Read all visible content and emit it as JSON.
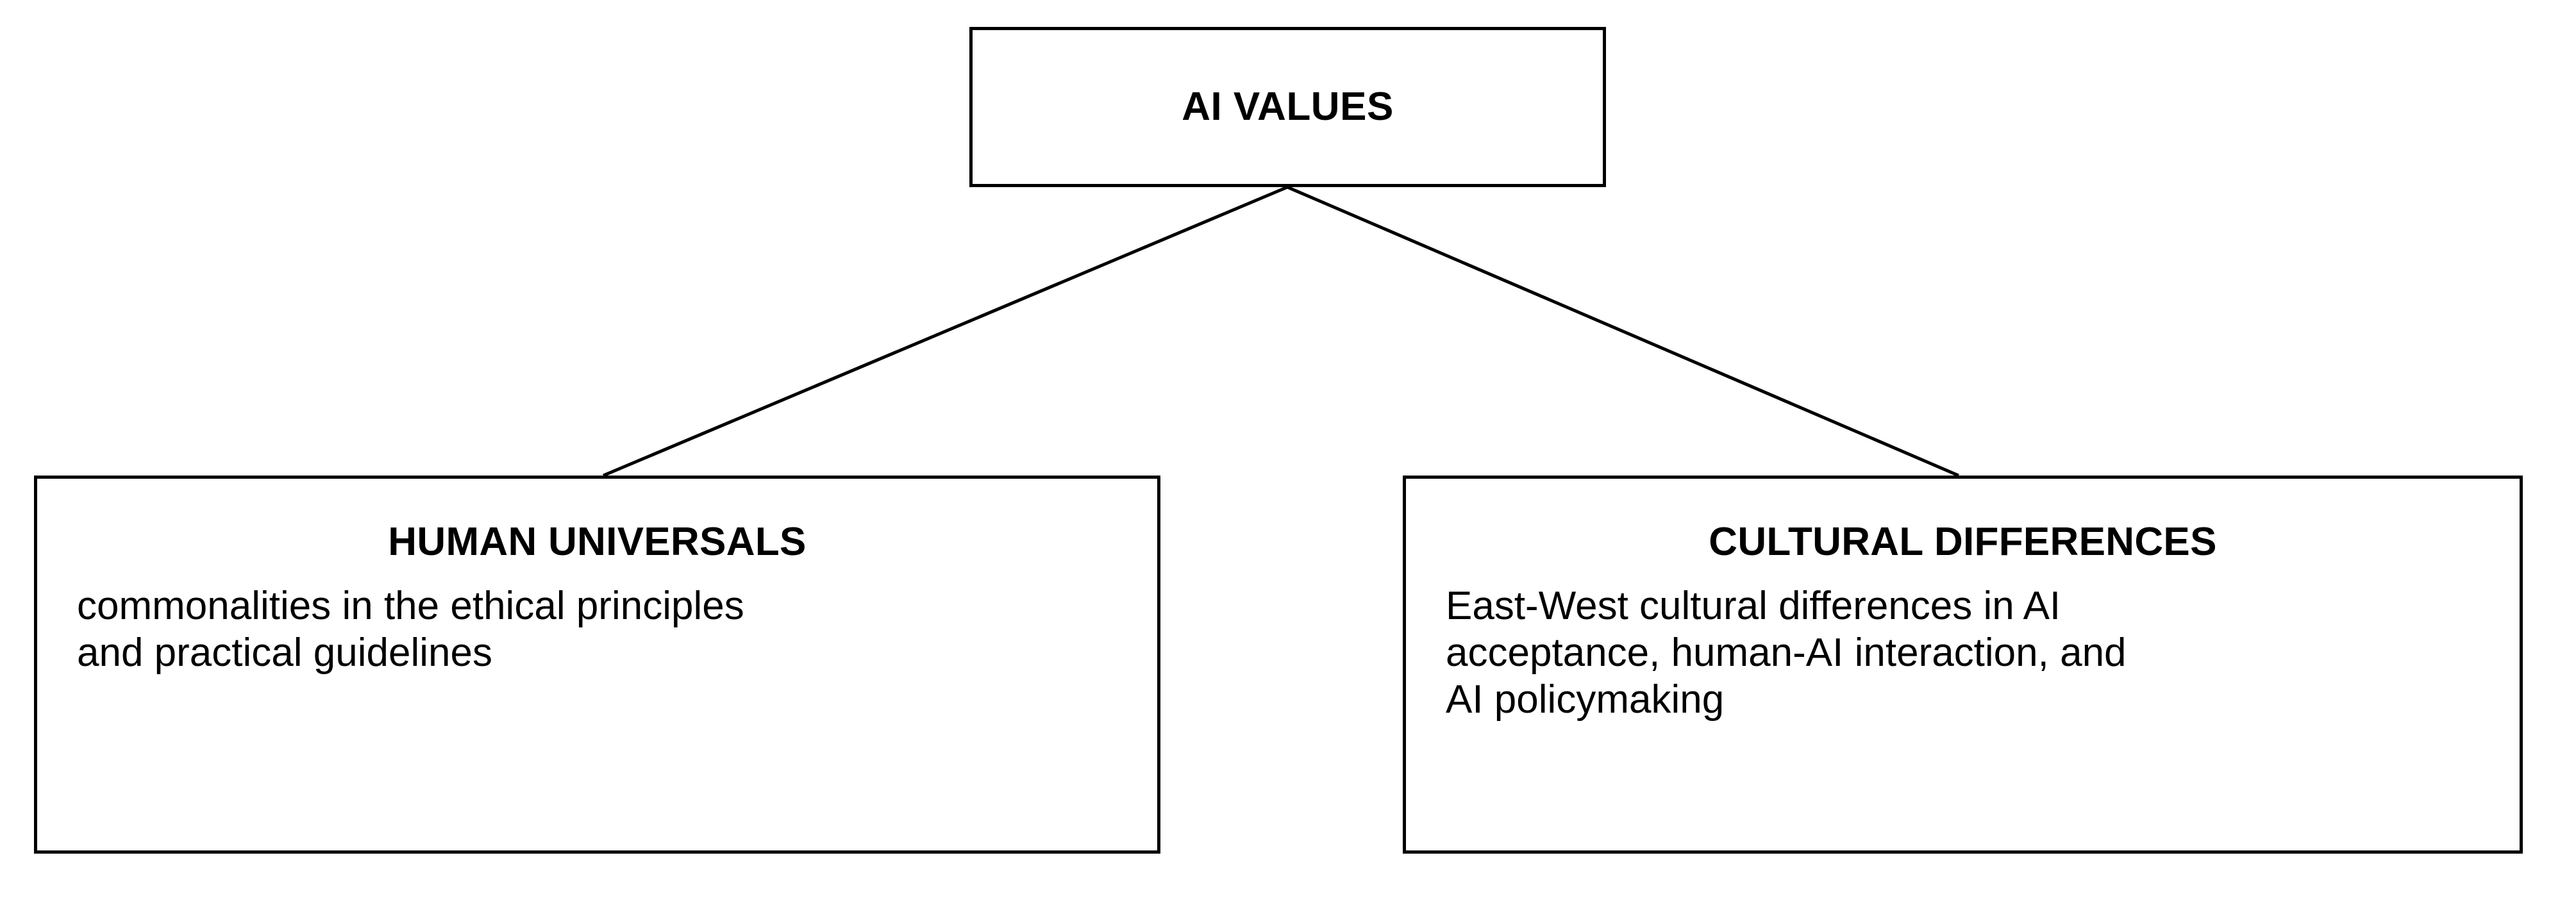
{
  "diagram": {
    "type": "hierarchy-tree",
    "orientation": "top-down",
    "line_color": "#000000",
    "box_border_color": "#000000",
    "background_color": "#ffffff",
    "root": {
      "title": "AI VALUES"
    },
    "children": [
      {
        "title": "HUMAN UNIVERSALS",
        "body_lines": [
          "commonalities in the ethical principles",
          "and practical guidelines"
        ]
      },
      {
        "title": "CULTURAL DIFFERENCES",
        "body_lines": [
          "East-West cultural differences in AI",
          "acceptance, human-AI interaction, and",
          "AI policymaking"
        ]
      }
    ]
  }
}
